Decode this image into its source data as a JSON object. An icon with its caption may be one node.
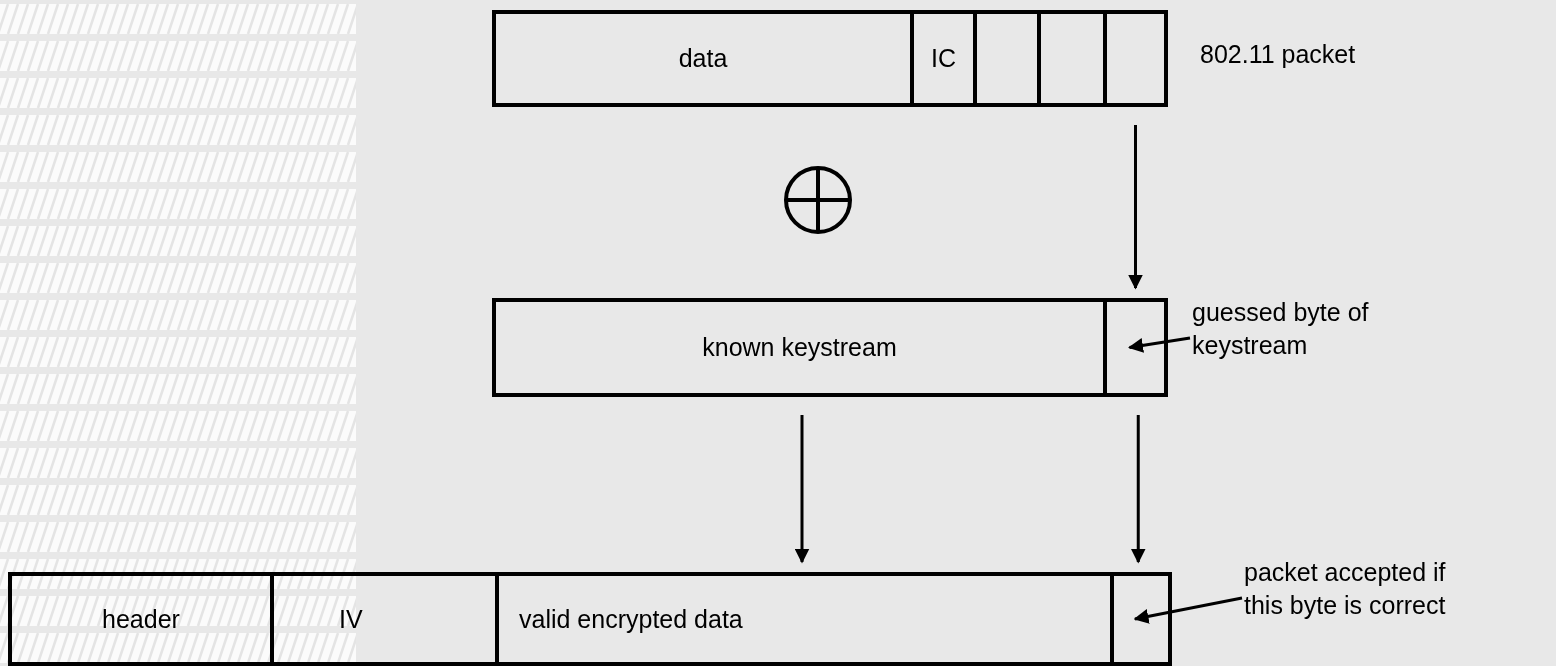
{
  "diagram": {
    "nodes": [
      {
        "text": [
          "data"
        ]
      },
      {
        "text": [
          "IC"
        ]
      },
      {
        "text": [],
        "shape": "box"
      },
      {
        "text": [],
        "shape": "box"
      },
      {
        "text": [],
        "shape": "box"
      },
      {
        "text": [
          "known keystream"
        ]
      },
      {
        "text": [],
        "shape": "box"
      },
      {
        "text": [
          "guessed byte of keystream"
        ]
      },
      {
        "text": [
          "header"
        ]
      },
      {
        "text": [
          "IV"
        ]
      },
      {
        "text": [
          "valid encrypted data"
        ]
      },
      {
        "text": [],
        "shape": "box"
      },
      {
        "text": [
          "packet accepted if this byte is correct"
        ]
      }
    ],
    "edges": [
      {
        "from": 4,
        "to": 6,
        "arrow": "to"
      },
      {
        "from": 7,
        "to": 6,
        "arrow": "to"
      },
      {
        "from": 5,
        "to": 10,
        "arrow": "to"
      },
      {
        "from": 6,
        "to": 11,
        "arrow": "to"
      },
      {
        "from": 12,
        "to": 11,
        "arrow": "to"
      }
    ],
    "labels": [
      "802.11 packet"
    ]
  }
}
